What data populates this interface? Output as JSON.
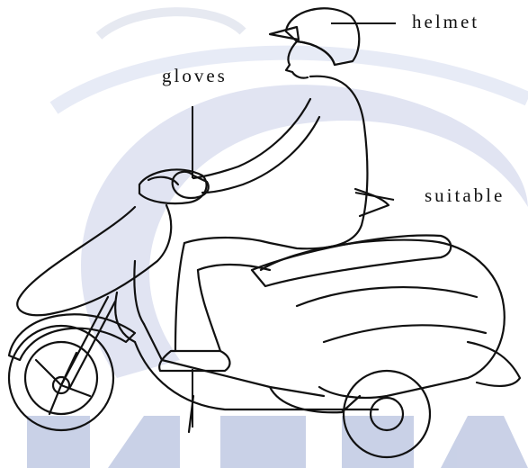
{
  "labels": {
    "helmet": "helmet",
    "gloves": "gloves",
    "suitable": "suitable"
  },
  "colors": {
    "line": "#111111",
    "watermark": "#7d8fc4",
    "watermark_text": "#c9cfe0",
    "background": "#ffffff"
  }
}
